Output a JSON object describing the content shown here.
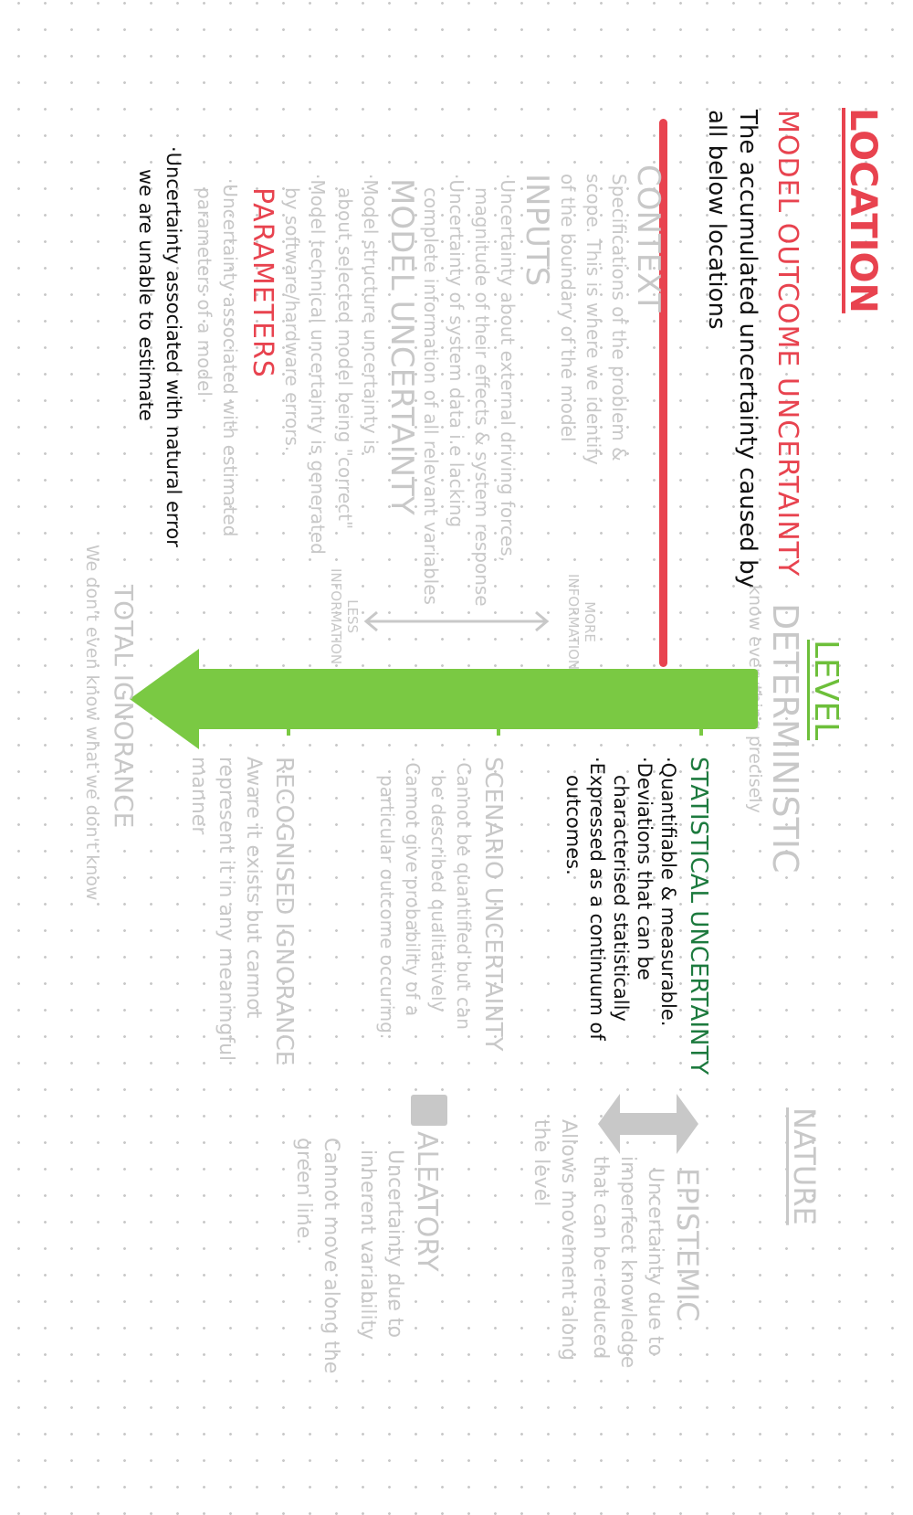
{
  "location": {
    "title": "LOCATION",
    "model_outcome": {
      "title": "MODEL OUTCOME UNCERTAINTY",
      "lines": [
        "The accumulated uncertainty caused by",
        "all below locations"
      ]
    },
    "context": {
      "title": "CONTEXT",
      "lines": [
        "Specifications of the problem &",
        "scope. This is where we identify",
        "of the boundary of the model"
      ]
    },
    "inputs": {
      "title": "INPUTS",
      "lines": [
        "·Uncertainty about external driving forces,",
        "magnitude of their effects & system response",
        "·Uncertainty of system data i.e lacking",
        "complete information of all relevant variables"
      ]
    },
    "model_uncertainty": {
      "title": "MODEL UNCERTAINTY",
      "lines": [
        "·Model structure uncertainty is",
        "about selected model being \"correct\"",
        "·Model technical uncertainty is generated",
        "by software/hardware errors."
      ]
    },
    "parameters": {
      "title": "PARAMETERS",
      "lines": [
        "·Uncertainty associated with estimated",
        "parameters of a model"
      ]
    },
    "natural_error": {
      "lines": [
        "·Uncertainty associated with natural error",
        "we are unable to estimate"
      ]
    }
  },
  "level": {
    "title": "LEVEL",
    "more_information": [
      "MORE",
      "INFORMATION"
    ],
    "less_information": [
      "LESS",
      "INFORMATION"
    ],
    "deterministic": {
      "title": "DETERMINISTIC",
      "subtitle": "know everything precisely"
    },
    "statistical": {
      "title": "STATISTICAL UNCERTAINTY",
      "lines": [
        "·Quantifiable & measurable.",
        "·Deviations that can be",
        "characterised statistically",
        "·Expressed as a continuum of",
        "outcomes."
      ]
    },
    "scenario": {
      "title": "SCENARIO UNCERTAINTY",
      "lines": [
        "·Cannot be quantified but can",
        "be described qualitatively",
        "·Cannot give probability of a",
        "particular outcome occuring."
      ]
    },
    "recognised": {
      "title": "RECOGNISED IGNORANCE",
      "lines": [
        "Aware it exists but cannot",
        "represent it in any meaningful",
        "manner"
      ]
    },
    "total": {
      "title": "TOTAL IGNORANCE",
      "subtitle": "We don't even know what we don't know"
    }
  },
  "nature": {
    "title": "NATURE",
    "epistemic": {
      "title": "EPISTEMIC",
      "lines": [
        "Uncertainty due to",
        "imperfect knowledge",
        "that can be reduced",
        "Allows movement along",
        "the level"
      ]
    },
    "aleatory": {
      "title": "ALEATORY",
      "lines": [
        "Uncertainty due to",
        "inherent variability",
        "Cannot move along the",
        "green line."
      ]
    }
  },
  "colors": {
    "red": "#e8434f",
    "dark_green": "#1d7a3e",
    "lime": "#7ac943",
    "gray": "#c8c8c8",
    "black": "#111111"
  }
}
